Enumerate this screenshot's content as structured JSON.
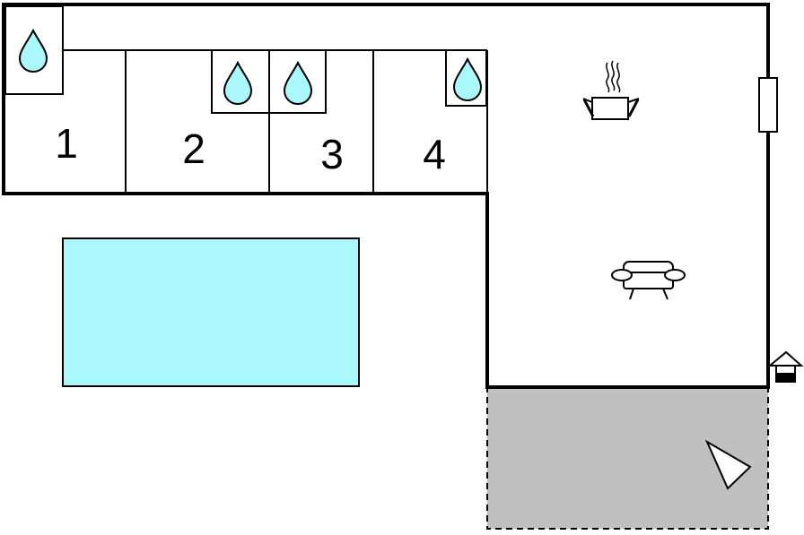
{
  "floorplan": {
    "rooms": [
      {
        "number": "1",
        "icon": "water-drop-icon"
      },
      {
        "number": "2",
        "icon": "water-drop-icon"
      },
      {
        "number": "3",
        "icon": "water-drop-icon"
      },
      {
        "number": "4",
        "icon": "water-drop-icon"
      }
    ],
    "living_area": {
      "icons": [
        "cooking-pot-icon",
        "sofa-icon",
        "window-icon",
        "entrance-icon"
      ]
    },
    "pool": {
      "icon": "pool-rectangle"
    },
    "terrace": {
      "icon": "compass-arrow-icon",
      "style": "dashed"
    },
    "colors": {
      "wall": "#000000",
      "water": "#aaf8fb",
      "terrace": "#c0c0c0",
      "background": "#ffffff"
    }
  }
}
